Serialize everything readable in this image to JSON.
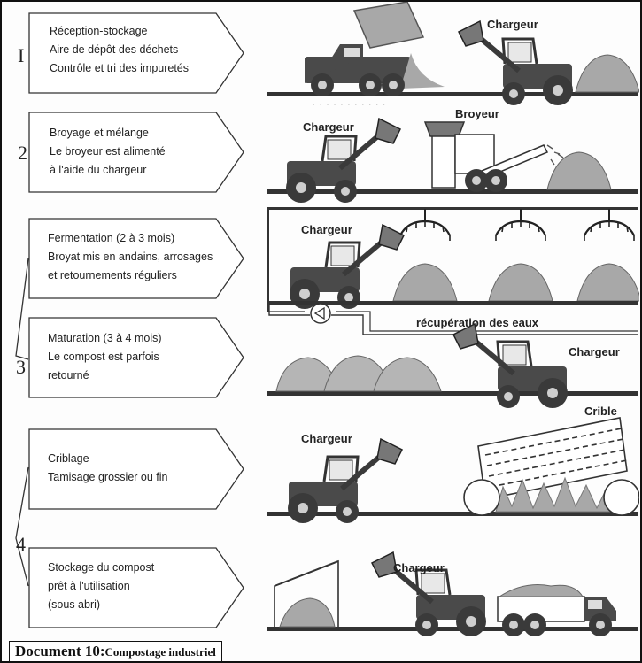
{
  "steps": [
    {
      "number": "I",
      "lines": [
        "Réception-stockage",
        "Aire de dépôt des déchets",
        "Contrôle et tri des impuretés"
      ]
    },
    {
      "number": "2",
      "lines": [
        "Broyage et mélange",
        "Le broyeur est alimenté",
        "à l'aide du chargeur"
      ]
    },
    {
      "number": "3",
      "lines": [
        "Fermentation (2 à 3 mois)",
        "Broyat mis en andains, arrosages",
        "et retournements réguliers"
      ]
    },
    {
      "number": "",
      "lines": [
        "Maturation (3 à 4 mois)",
        "Le compost est parfois",
        "retourné"
      ]
    },
    {
      "number": "4",
      "lines": [
        "Criblage",
        "Tamisage grossier ou fin"
      ]
    },
    {
      "number": "",
      "lines": [
        "Stockage du compost",
        "prêt à l'utilisation",
        "(sous abri)"
      ]
    }
  ],
  "labels": {
    "chargeur_1": "Chargeur",
    "chargeur_2": "Chargeur",
    "broyeur": "Broyeur",
    "chargeur_3": "Chargeur",
    "recuperation": "récupération des eaux",
    "chargeur_4": "Chargeur",
    "chargeur_5": "Chargeur",
    "crible": "Crible",
    "chargeur_6": "Chargeur"
  },
  "caption": {
    "main": "Document 10:",
    "sub": "Compostage industriel"
  },
  "colors": {
    "ink": "#222222",
    "heap": "#a8a8a8",
    "vehicle": "#4a4a4a",
    "ground": "#333333",
    "paper": "#fdfdfd"
  }
}
